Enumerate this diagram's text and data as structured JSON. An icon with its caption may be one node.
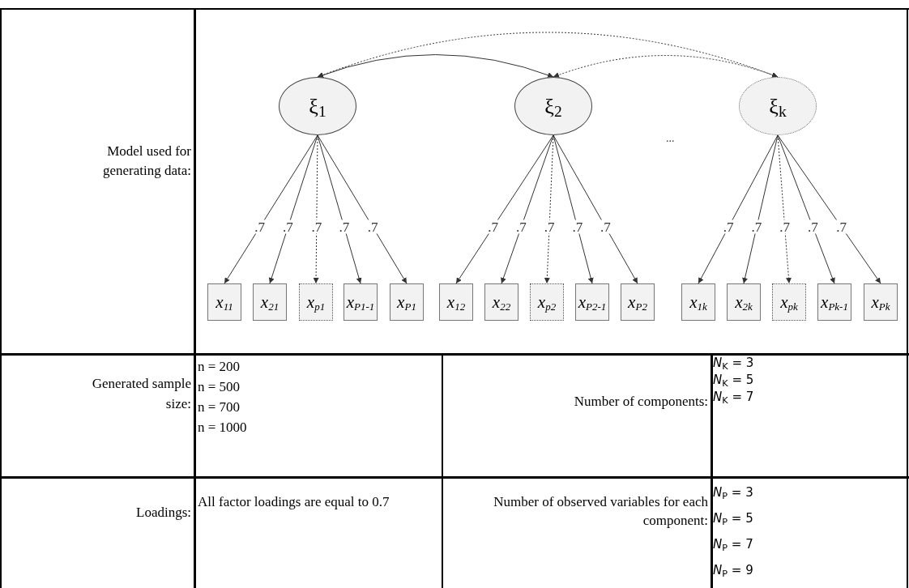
{
  "diagram": {
    "nodes": [
      {
        "text": [
          "ξ$_{1}$"
        ]
      },
      {
        "text": [
          "ξ$_{2}$"
        ]
      },
      {
        "text": [
          "ξ$_{k}$"
        ]
      },
      {
        "text": [
          "x$_{11}$"
        ]
      },
      {
        "text": [
          "x$_{21}$"
        ]
      },
      {
        "text": [
          "x$_{p1}$"
        ]
      },
      {
        "text": [
          "x$_{P1-1}$"
        ]
      },
      {
        "text": [
          "x$_{P1}$"
        ]
      },
      {
        "text": [
          "x$_{12}$"
        ]
      },
      {
        "text": [
          "x$_{22}$"
        ]
      },
      {
        "text": [
          "x$_{p2}$"
        ]
      },
      {
        "text": [
          "x$_{P2-1}$"
        ]
      },
      {
        "text": [
          "x$_{P2}$"
        ]
      },
      {
        "text": [
          "x$_{1k}$"
        ]
      },
      {
        "text": [
          "x$_{2k}$"
        ]
      },
      {
        "text": [
          "x$_{pk}$"
        ]
      },
      {
        "text": [
          "x$_{Pk-1}$"
        ]
      },
      {
        "text": [
          "x$_{Pk}$"
        ]
      }
    ],
    "edges": [
      {
        "from": 0,
        "to": 3,
        "arrow": "to",
        "label": ".7"
      },
      {
        "from": 0,
        "to": 4,
        "arrow": "to",
        "label": ".7"
      },
      {
        "from": 0,
        "to": 5,
        "arrow": "to",
        "label": ".7",
        "style": "dashed"
      },
      {
        "from": 0,
        "to": 6,
        "arrow": "to",
        "label": ".7"
      },
      {
        "from": 0,
        "to": 7,
        "arrow": "to",
        "label": ".7"
      },
      {
        "from": 1,
        "to": 8,
        "arrow": "to",
        "label": ".7"
      },
      {
        "from": 1,
        "to": 9,
        "arrow": "to",
        "label": ".7"
      },
      {
        "from": 1,
        "to": 10,
        "arrow": "to",
        "label": ".7",
        "style": "dashed"
      },
      {
        "from": 1,
        "to": 11,
        "arrow": "to",
        "label": ".7"
      },
      {
        "from": 1,
        "to": 12,
        "arrow": "to",
        "label": ".7"
      },
      {
        "from": 2,
        "to": 13,
        "arrow": "to",
        "label": ".7"
      },
      {
        "from": 2,
        "to": 14,
        "arrow": "to",
        "label": ".7"
      },
      {
        "from": 2,
        "to": 15,
        "arrow": "to",
        "label": ".7",
        "style": "dashed"
      },
      {
        "from": 2,
        "to": 16,
        "arrow": "to",
        "label": ".7"
      },
      {
        "from": 2,
        "to": 17,
        "arrow": "to",
        "label": ".7"
      },
      {
        "from": 0,
        "to": 1,
        "arrow": "both"
      },
      {
        "from": 0,
        "to": 2,
        "arrow": "both",
        "style": "dashed"
      },
      {
        "from": 1,
        "to": 2,
        "arrow": "both",
        "style": "dashed"
      }
    ],
    "labels": [
      "Model used for generating data:",
      "...",
      "Generated sample size:",
      "n = 200",
      "n = 500",
      "n = 700",
      "n = 1000",
      "Number of components:",
      "*N*$_{K}$ = 3",
      "*N*$_{K}$ = 5",
      "*N*$_{K}$ = 7",
      "Loadings:",
      "All factor loadings are equal to 0.7",
      "Number of observed variables for each component:",
      "*N*$_{P}$ = 3",
      "*N*$_{P}$ = 5",
      "*N*$_{P}$ = 7",
      "*N*$_{P}$ = 9"
    ]
  }
}
